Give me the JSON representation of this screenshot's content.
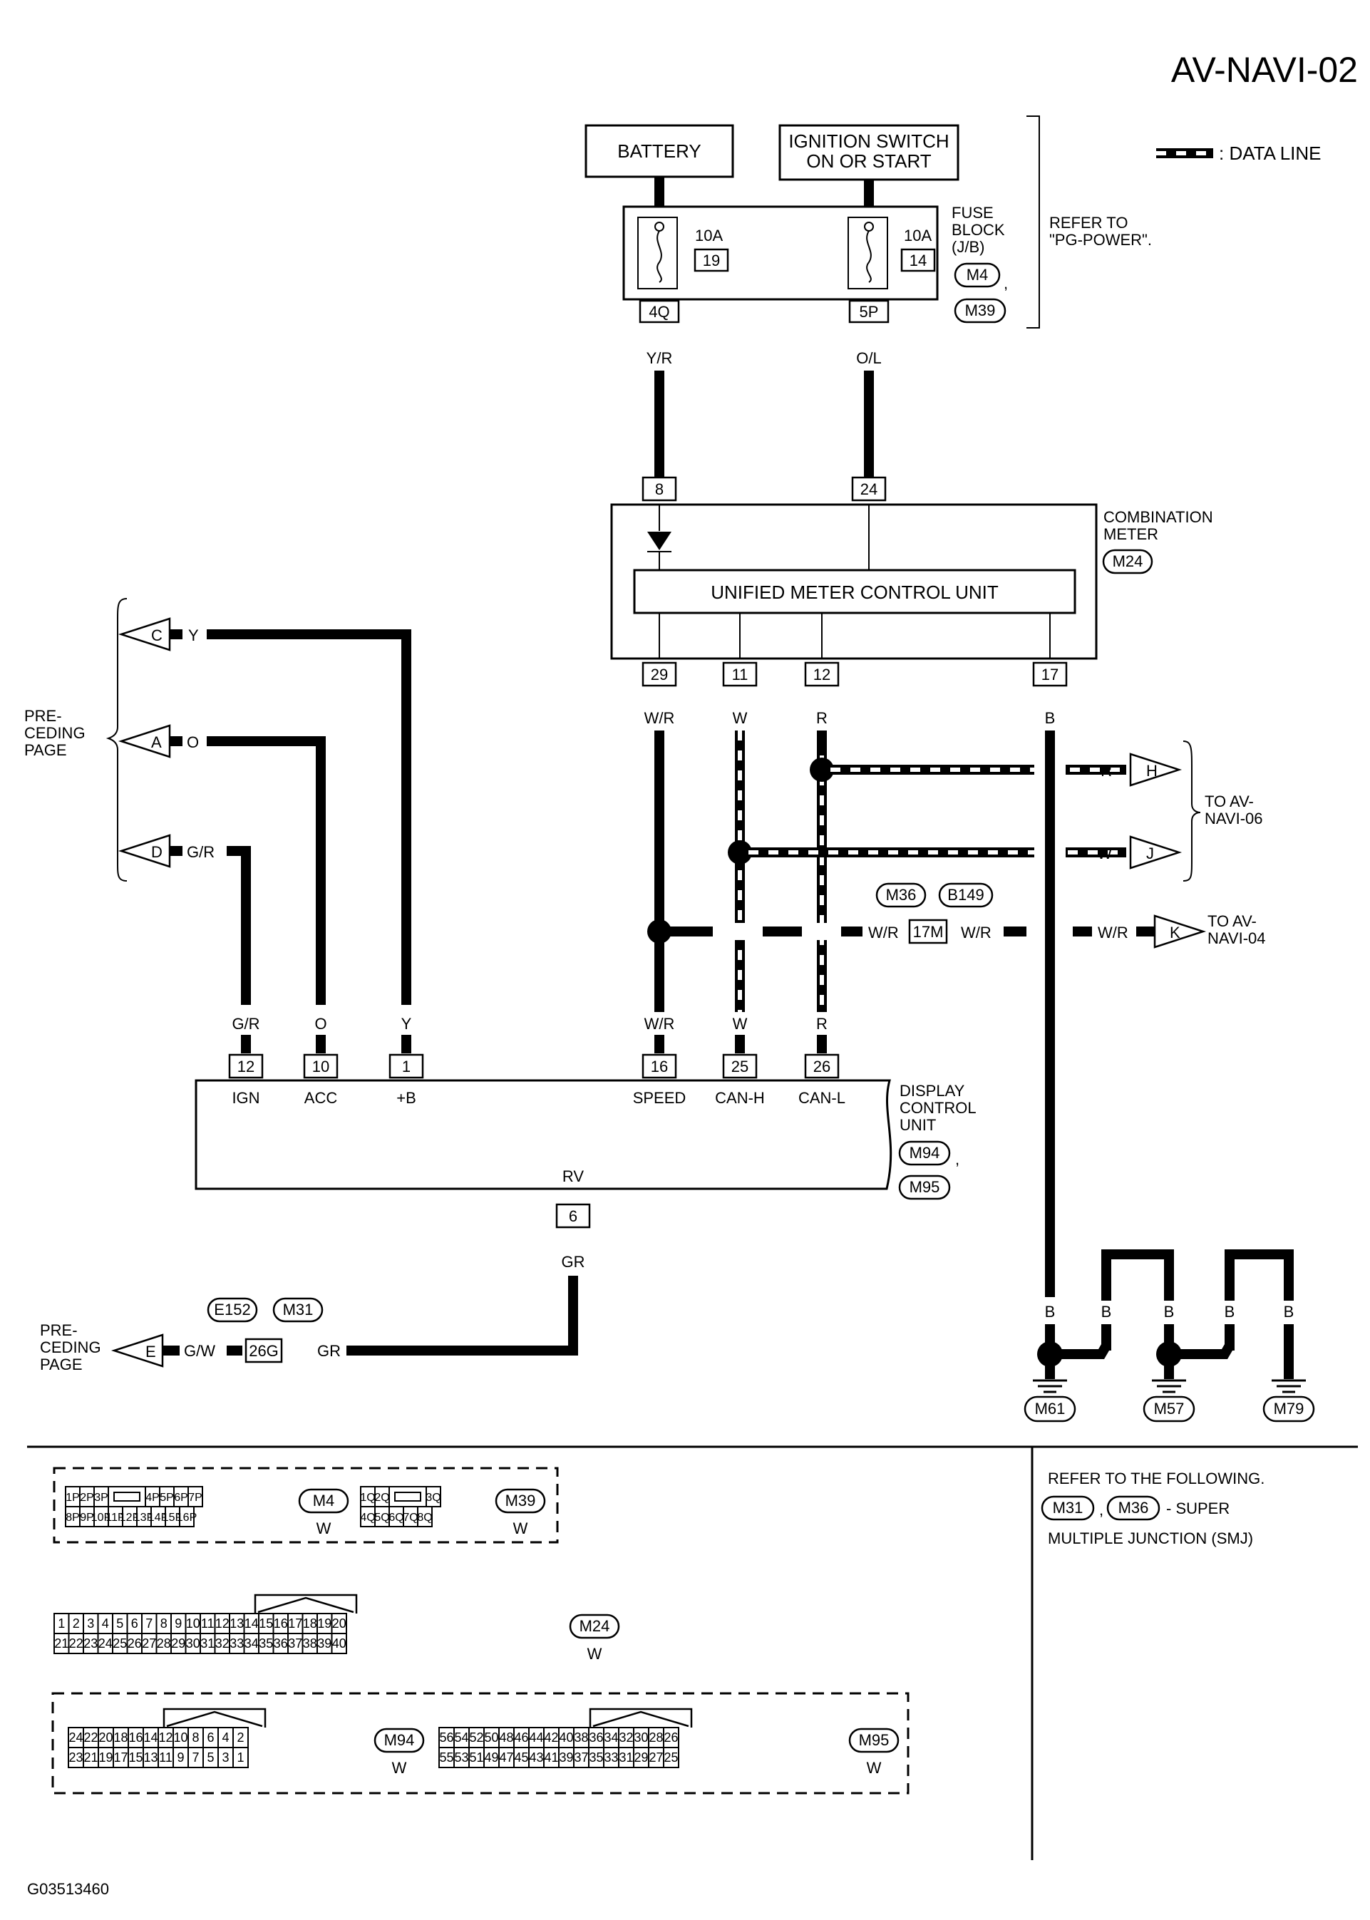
{
  "page_title": "AV-NAVI-02",
  "legend": {
    "data_line": ": DATA LINE"
  },
  "power": {
    "battery": "BATTERY",
    "ignition_line1": "IGNITION SWITCH",
    "ignition_line2": "ON OR START",
    "fuse_block": [
      "FUSE",
      "BLOCK",
      "(J/B)"
    ],
    "fuse_connectors": [
      "M4",
      "M39"
    ],
    "refer": [
      "REFER TO",
      "\"PG-POWER\"."
    ],
    "fuses": [
      {
        "amp": "10A",
        "num": "19",
        "terminal": "4Q",
        "wire": "Y/R"
      },
      {
        "amp": "10A",
        "num": "14",
        "terminal": "5P",
        "wire": "O/L"
      }
    ]
  },
  "meter": {
    "name": [
      "COMBINATION",
      "METER"
    ],
    "connector": "M24",
    "unit": "UNIFIED METER CONTROL UNIT",
    "in_terminals": [
      "8",
      "24"
    ],
    "out_terminals": [
      {
        "num": "29",
        "wire": "W/R"
      },
      {
        "num": "11",
        "wire": "W"
      },
      {
        "num": "12",
        "wire": "R"
      },
      {
        "num": "17",
        "wire": "B"
      }
    ]
  },
  "preceding": {
    "label": [
      "PRE-",
      "CEDING",
      "PAGE"
    ],
    "links": [
      {
        "letter": "C",
        "wire": "Y"
      },
      {
        "letter": "A",
        "wire": "O"
      },
      {
        "letter": "D",
        "wire": "G/R"
      }
    ]
  },
  "to_navi06": {
    "label": [
      "TO AV-",
      "NAVI-06"
    ],
    "links": [
      {
        "letter": "H",
        "wire": "R"
      },
      {
        "letter": "J",
        "wire": "W"
      }
    ]
  },
  "to_navi04": {
    "label": [
      "TO AV-",
      "NAVI-04"
    ],
    "link": {
      "letter": "K",
      "wire": "W/R"
    },
    "joint": {
      "connectors": [
        "M36",
        "B149"
      ],
      "terminal": "17M",
      "wire_left": "W/R",
      "wire_right": "W/R"
    }
  },
  "display": {
    "name": [
      "DISPLAY",
      "CONTROL",
      "UNIT"
    ],
    "connectors": [
      "M94",
      "M95"
    ],
    "terminals": [
      {
        "num": "12",
        "label": "IGN",
        "wire": "G/R"
      },
      {
        "num": "10",
        "label": "ACC",
        "wire": "O"
      },
      {
        "num": "1",
        "label": "+B",
        "wire": "Y"
      },
      {
        "num": "16",
        "label": "SPEED",
        "wire": "W/R"
      },
      {
        "num": "25",
        "label": "CAN-H",
        "wire": "W"
      },
      {
        "num": "26",
        "label": "CAN-L",
        "wire": "R"
      }
    ],
    "rv": {
      "label": "RV",
      "num": "6",
      "wire": "GR"
    }
  },
  "rv_link": {
    "preceding_label": [
      "PRE-",
      "CEDING",
      "PAGE"
    ],
    "letter": "E",
    "wire_left": "G/W",
    "wire_right": "GR",
    "terminal": "26G",
    "connectors": [
      "E152",
      "M31"
    ]
  },
  "grounds": {
    "wire": "B",
    "labels": [
      "M61",
      "M57",
      "M79"
    ]
  },
  "connector_views": {
    "m4": {
      "top": [
        "1P",
        "2P",
        "3P",
        "",
        "4P",
        "5P",
        "6P",
        "7P"
      ],
      "bottom": [
        "8P",
        "9P",
        "10P",
        "11P",
        "12P",
        "13P",
        "14P",
        "15P",
        "16P"
      ],
      "name": "M4",
      "color": "W"
    },
    "m39": {
      "top": [
        "1Q",
        "2Q",
        "",
        "3Q"
      ],
      "bottom": [
        "4Q",
        "5Q",
        "6Q",
        "7Q",
        "8Q"
      ],
      "name": "M39",
      "color": "W"
    },
    "m24": {
      "top": [
        "1",
        "2",
        "3",
        "4",
        "5",
        "6",
        "7",
        "8",
        "9",
        "10",
        "11",
        "12",
        "13",
        "14",
        "15",
        "16",
        "17",
        "18",
        "19",
        "20"
      ],
      "bottom": [
        "21",
        "22",
        "23",
        "24",
        "25",
        "26",
        "27",
        "28",
        "29",
        "30",
        "31",
        "32",
        "33",
        "34",
        "35",
        "36",
        "37",
        "38",
        "39",
        "40"
      ],
      "name": "M24",
      "color": "W"
    },
    "m94": {
      "top": [
        "24",
        "22",
        "20",
        "18",
        "16",
        "14",
        "12",
        "10",
        "8",
        "6",
        "4",
        "2"
      ],
      "bottom": [
        "23",
        "21",
        "19",
        "17",
        "15",
        "13",
        "11",
        "9",
        "7",
        "5",
        "3",
        "1"
      ],
      "name": "M94",
      "color": "W"
    },
    "m95": {
      "top": [
        "56",
        "54",
        "52",
        "50",
        "48",
        "46",
        "44",
        "42",
        "40",
        "38",
        "36",
        "34",
        "32",
        "30",
        "28",
        "26"
      ],
      "bottom": [
        "55",
        "53",
        "51",
        "49",
        "47",
        "45",
        "43",
        "41",
        "39",
        "37",
        "35",
        "33",
        "31",
        "29",
        "27",
        "25"
      ],
      "name": "M95",
      "color": "W"
    }
  },
  "refer_following": {
    "line1": "REFER TO THE FOLLOWING.",
    "c1": "M31",
    "sep": ",",
    "c2": "M36",
    "line2": "- SUPER",
    "line3": "MULTIPLE JUNCTION (SMJ)"
  },
  "figure_code": "G03513460"
}
